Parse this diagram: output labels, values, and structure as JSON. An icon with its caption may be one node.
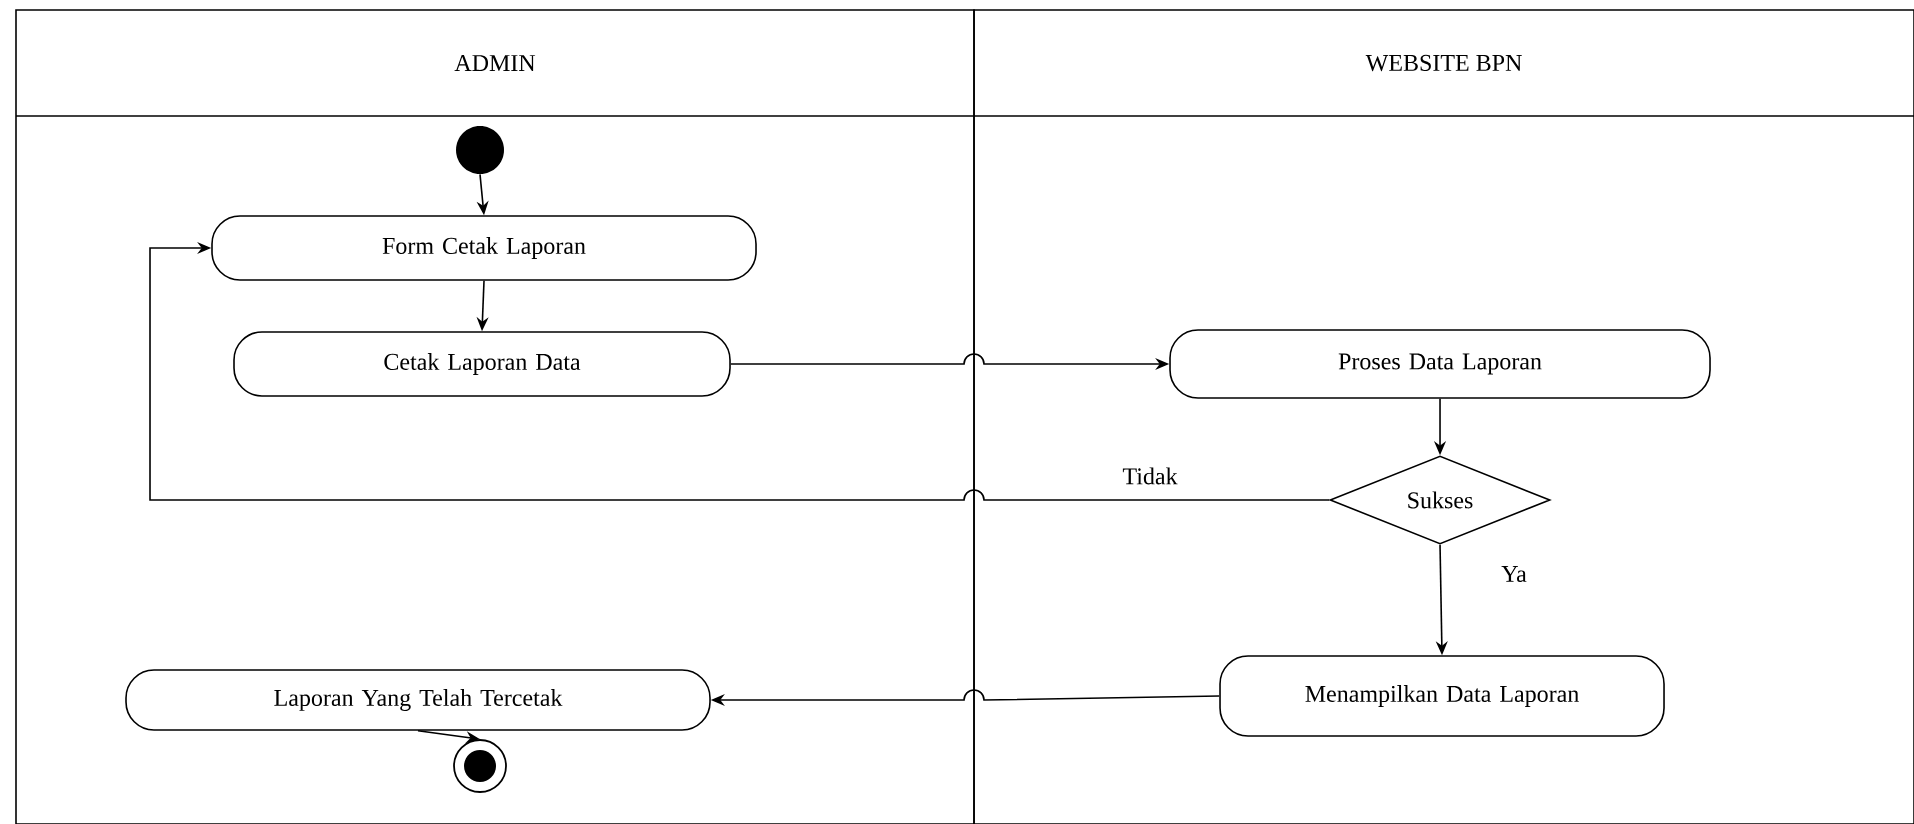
{
  "diagram": {
    "nodes": [
      {
        "text": [
          "ADMIN"
        ]
      },
      {
        "text": [
          "WEBSITE BPN"
        ]
      },
      {
        "text": [],
        "shape": "circle",
        "in": 0
      },
      {
        "text": [
          "Form Cetak Laporan"
        ],
        "in": 0
      },
      {
        "text": [
          "Cetak Laporan Data"
        ],
        "in": 0
      },
      {
        "text": [
          "Proses Data Laporan"
        ],
        "in": 1
      },
      {
        "text": [
          "Sukses"
        ],
        "in": 1
      },
      {
        "text": [
          "Menampilkan Data Laporan"
        ],
        "in": 1
      },
      {
        "text": [
          "Laporan Yang Telah Tercetak"
        ],
        "in": 0
      },
      {
        "text": [],
        "shape": "bullseye",
        "in": 0
      }
    ],
    "edges": [
      {
        "from": 2,
        "to": 3,
        "arrow": "to"
      },
      {
        "from": 3,
        "to": 4,
        "arrow": "to"
      },
      {
        "from": 4,
        "to": 5,
        "arrow": "to"
      },
      {
        "from": 5,
        "to": 6,
        "arrow": "to"
      },
      {
        "from": 6,
        "to": 3,
        "arrow": "to",
        "label": "Tidak"
      },
      {
        "from": 6,
        "to": 7,
        "arrow": "to",
        "label": "Ya"
      },
      {
        "from": 7,
        "to": 8,
        "arrow": "to"
      },
      {
        "from": 8,
        "to": 9,
        "arrow": "to"
      }
    ]
  }
}
